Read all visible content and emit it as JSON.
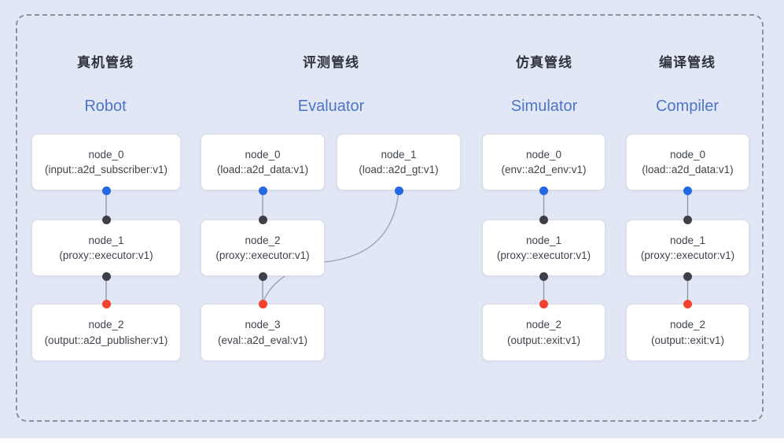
{
  "diagram": {
    "background_color": "#e2e7f5",
    "frame_border_color": "#8a909c",
    "node_fill": "#ffffff",
    "node_border": "#dadde6",
    "edge_color": "#8d93a2",
    "curve_color": "#9aa3b8",
    "port_colors": {
      "source_out": "#2468e4",
      "proxy": "#3d4147",
      "sink_in": "#f4402e"
    },
    "title_en_color": "#4c74c8",
    "title_zh_color": "#30343c"
  },
  "pipelines": [
    {
      "title_zh": "真机管线",
      "title_en": "Robot",
      "nodes": [
        {
          "name": "node_0",
          "type": "(input::a2d_subscriber:v1)"
        },
        {
          "name": "node_1",
          "type": "(proxy::executor:v1)"
        },
        {
          "name": "node_2",
          "type": "(output::a2d_publisher:v1)"
        }
      ]
    },
    {
      "title_zh": "评测管线",
      "title_en": "Evaluator",
      "nodes": [
        {
          "name": "node_0",
          "type": "(load::a2d_data:v1)"
        },
        {
          "name": "node_1",
          "type": "(load::a2d_gt:v1)"
        },
        {
          "name": "node_2",
          "type": "(proxy::executor:v1)"
        },
        {
          "name": "node_3",
          "type": "(eval::a2d_eval:v1)"
        }
      ]
    },
    {
      "title_zh": "仿真管线",
      "title_en": "Simulator",
      "nodes": [
        {
          "name": "node_0",
          "type": "(env::a2d_env:v1)"
        },
        {
          "name": "node_1",
          "type": "(proxy::executor:v1)"
        },
        {
          "name": "node_2",
          "type": "(output::exit:v1)"
        }
      ]
    },
    {
      "title_zh": "编译管线",
      "title_en": "Compiler",
      "nodes": [
        {
          "name": "node_0",
          "type": "(load::a2d_data:v1)"
        },
        {
          "name": "node_1",
          "type": "(proxy::executor:v1)"
        },
        {
          "name": "node_2",
          "type": "(output::exit:v1)"
        }
      ]
    }
  ],
  "edges": [
    {
      "from": "robot.node_0",
      "to": "robot.node_1",
      "shape": "straight"
    },
    {
      "from": "robot.node_1",
      "to": "robot.node_2",
      "shape": "straight"
    },
    {
      "from": "evaluator.node_0",
      "to": "evaluator.node_2",
      "shape": "straight"
    },
    {
      "from": "evaluator.node_2",
      "to": "evaluator.node_3",
      "shape": "straight"
    },
    {
      "from": "evaluator.node_1",
      "to": "evaluator.node_3",
      "shape": "curve"
    },
    {
      "from": "simulator.node_0",
      "to": "simulator.node_1",
      "shape": "straight"
    },
    {
      "from": "simulator.node_1",
      "to": "simulator.node_2",
      "shape": "straight"
    },
    {
      "from": "compiler.node_0",
      "to": "compiler.node_1",
      "shape": "straight"
    },
    {
      "from": "compiler.node_1",
      "to": "compiler.node_2",
      "shape": "straight"
    }
  ]
}
